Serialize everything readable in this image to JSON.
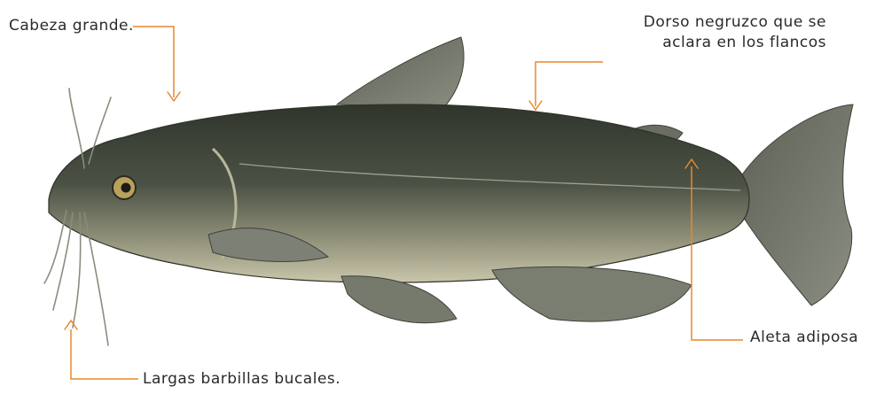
{
  "annotations": {
    "head": "Cabeza grande.",
    "back_line1": "Dorso negruzco que se",
    "back_line2": "aclara en los flancos",
    "adipose": "Aleta adiposa",
    "barbels": "Largas barbillas bucales."
  },
  "colors": {
    "annotation_line": "#e8892a",
    "body_dark": "#3d4436",
    "body_light": "#b7b59a",
    "fin": "#6b6f64"
  }
}
